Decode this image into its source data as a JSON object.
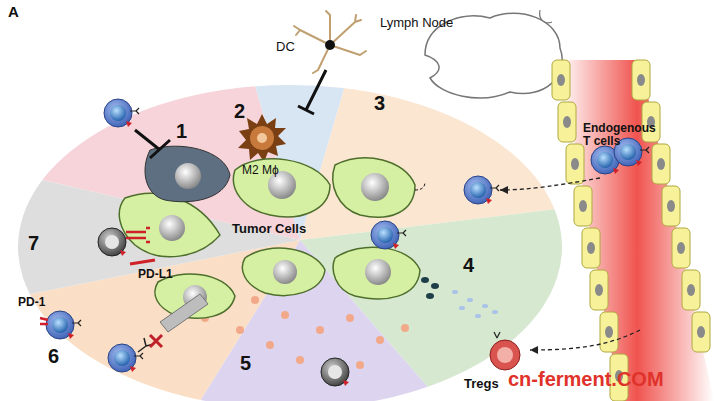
{
  "diagram": {
    "labels": [
      "A",
      "DC",
      "Lymph Node",
      "1",
      "2",
      "3",
      "4",
      "5",
      "6",
      "7",
      "M2 Mϕ",
      "Tumor Cells",
      "Endogenous T cells",
      "PD-1",
      "PD-L1",
      "Tregs",
      "cn-ferment.COM"
    ]
  }
}
